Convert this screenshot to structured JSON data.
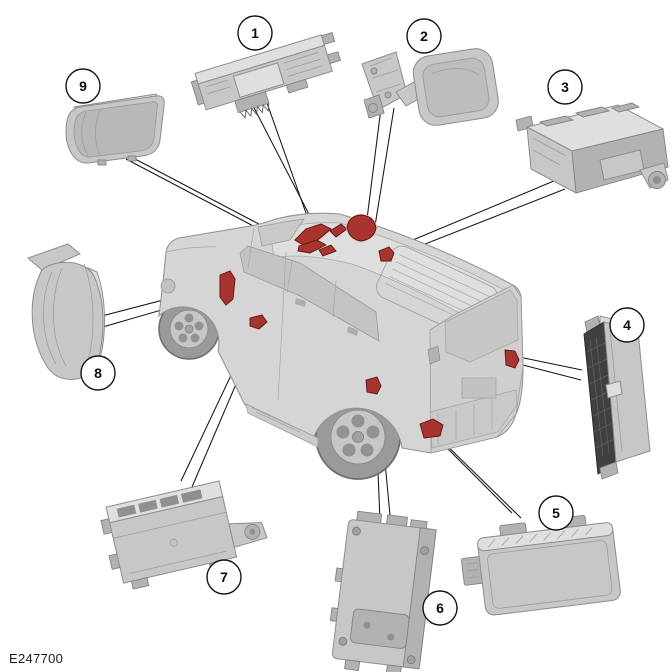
{
  "figure": {
    "code": "E247700"
  },
  "callouts": [
    {
      "number": "1"
    },
    {
      "number": "2"
    },
    {
      "number": "3"
    },
    {
      "number": "4"
    },
    {
      "number": "5"
    },
    {
      "number": "6"
    },
    {
      "number": "7"
    },
    {
      "number": "8"
    },
    {
      "number": "9"
    }
  ],
  "colors": {
    "background": "#ffffff",
    "highlight_red": "#a83430",
    "highlight_red_dark": "#5c1512",
    "highlight_halo": "#e9c2b9",
    "line_color": "#151515"
  }
}
